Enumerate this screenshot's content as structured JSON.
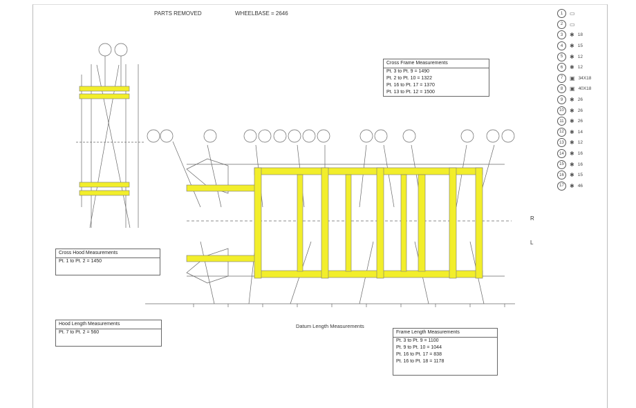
{
  "header": {
    "parts_removed": "PARTS REMOVED",
    "wheelbase": "WHEELBASE = 2646"
  },
  "cross_frame": {
    "title": "Cross Frame Measurements",
    "rows": [
      "Pt. 3 to Pt. 9 = 1490",
      "Pt. 2 to Pt. 10 = 1322",
      "Pt. 16 to Pt. 17 = 1370",
      "Pt. 13 to Pt. 12 = 1500"
    ]
  },
  "cross_hood": {
    "title": "Cross Hood Measurements",
    "rows": [
      "Pt. 1 to Pt. 2 = 1450"
    ]
  },
  "hood_length": {
    "title": "Hood Length Measurements",
    "rows": [
      "Pt. 7 to Pt. 2 = 560"
    ]
  },
  "frame_length": {
    "title": "Frame Length Measurements",
    "rows": [
      "Pt. 3 to Pt. 9 = 1100",
      "Pt. 9 to Pt. 10 = 1044",
      "Pt. 16 to Pt. 17 = 838",
      "Pt. 16 to Pt. 18 = 1178"
    ]
  },
  "datum_caption": "Datum Length Measurements",
  "side_labels": {
    "right": "R",
    "left": "L"
  },
  "legend": [
    {
      "num": "1",
      "icon": "bracket-icon",
      "value": ""
    },
    {
      "num": "2",
      "icon": "bracket-icon",
      "value": ""
    },
    {
      "num": "3",
      "icon": "bolt-icon",
      "value": "18"
    },
    {
      "num": "4",
      "icon": "bolt-icon",
      "value": "15"
    },
    {
      "num": "5",
      "icon": "bolt-icon",
      "value": "12"
    },
    {
      "num": "6",
      "icon": "bolt-icon",
      "value": "12"
    },
    {
      "num": "7",
      "icon": "hole-icon",
      "value": "34X18"
    },
    {
      "num": "8",
      "icon": "hole-icon",
      "value": "40X18"
    },
    {
      "num": "9",
      "icon": "bolt-icon",
      "value": "26"
    },
    {
      "num": "10",
      "icon": "bolt-icon",
      "value": "26"
    },
    {
      "num": "11",
      "icon": "bolt-icon",
      "value": "26"
    },
    {
      "num": "12",
      "icon": "bolt-icon",
      "value": "14"
    },
    {
      "num": "13",
      "icon": "bolt-icon",
      "value": "12"
    },
    {
      "num": "14",
      "icon": "bolt-icon",
      "value": "16"
    },
    {
      "num": "15",
      "icon": "bolt-icon",
      "value": "16"
    },
    {
      "num": "16",
      "icon": "bolt-icon",
      "value": "15"
    },
    {
      "num": "17",
      "icon": "bolt-icon",
      "value": "46"
    }
  ],
  "colors": {
    "frame_yellow": "#f2ee2b",
    "line": "#555555"
  }
}
